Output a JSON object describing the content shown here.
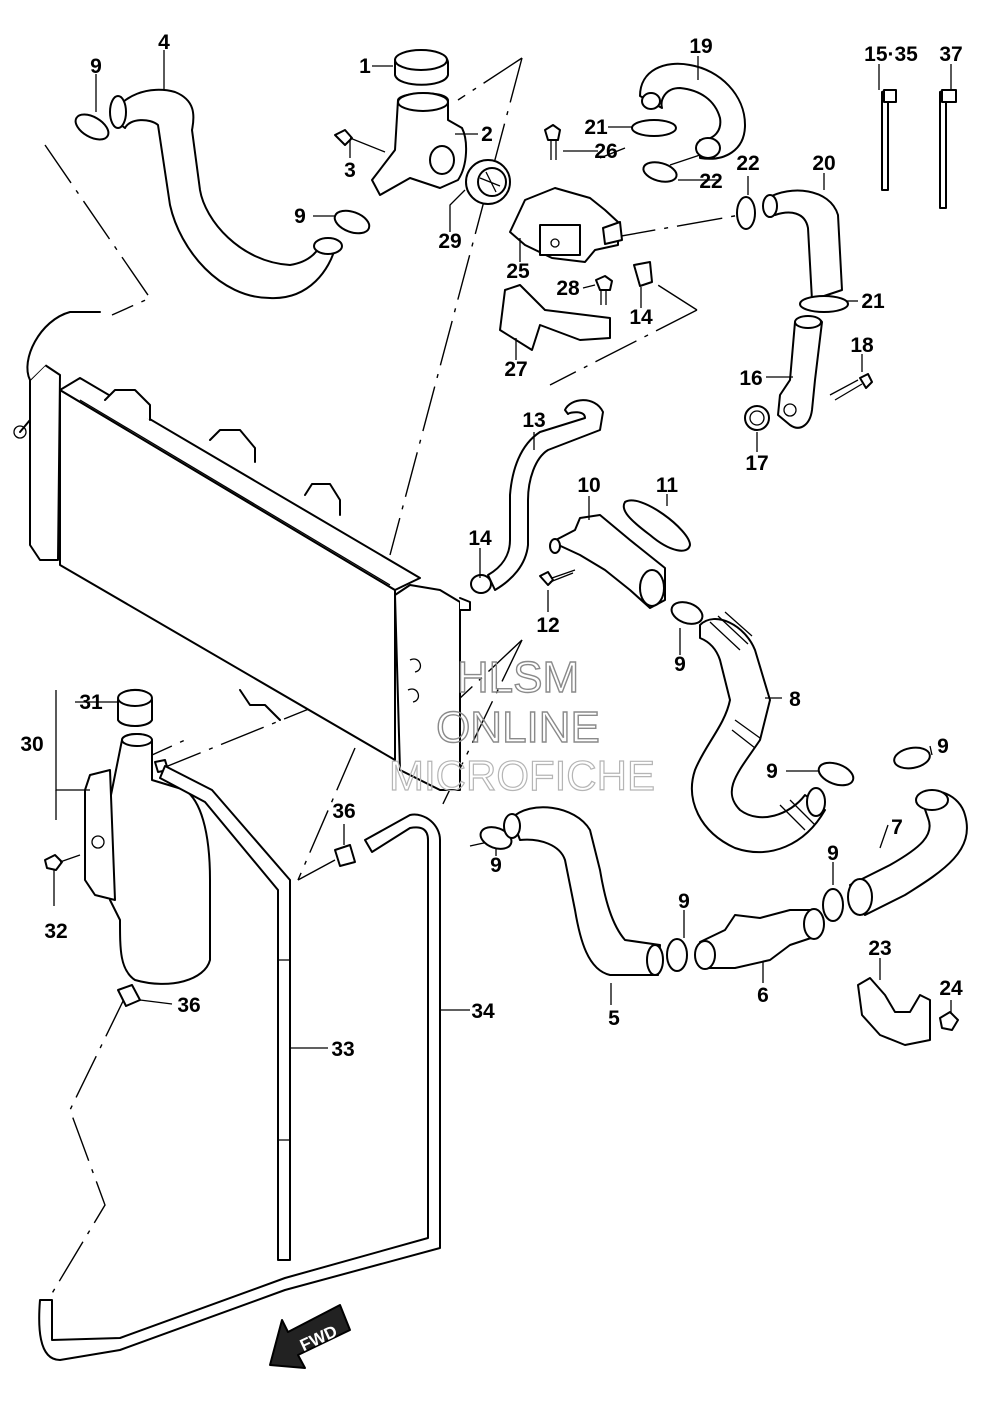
{
  "callouts": [
    {
      "id": "c1",
      "text": "1"
    },
    {
      "id": "c2",
      "text": "2"
    },
    {
      "id": "c3",
      "text": "3"
    },
    {
      "id": "c4",
      "text": "4"
    },
    {
      "id": "c5",
      "text": "5"
    },
    {
      "id": "c6",
      "text": "6"
    },
    {
      "id": "c7",
      "text": "7"
    },
    {
      "id": "c8",
      "text": "8"
    },
    {
      "id": "c9a",
      "text": "9"
    },
    {
      "id": "c9b",
      "text": "9"
    },
    {
      "id": "c9c",
      "text": "9"
    },
    {
      "id": "c9d",
      "text": "9"
    },
    {
      "id": "c9e",
      "text": "9"
    },
    {
      "id": "c9f",
      "text": "9"
    },
    {
      "id": "c9g",
      "text": "9"
    },
    {
      "id": "c9h",
      "text": "9"
    },
    {
      "id": "c10",
      "text": "10"
    },
    {
      "id": "c11",
      "text": "11"
    },
    {
      "id": "c12",
      "text": "12"
    },
    {
      "id": "c13",
      "text": "13"
    },
    {
      "id": "c14a",
      "text": "14"
    },
    {
      "id": "c14b",
      "text": "14"
    },
    {
      "id": "c1535",
      "text": "15·35"
    },
    {
      "id": "c16",
      "text": "16"
    },
    {
      "id": "c17",
      "text": "17"
    },
    {
      "id": "c18",
      "text": "18"
    },
    {
      "id": "c19",
      "text": "19"
    },
    {
      "id": "c20",
      "text": "20"
    },
    {
      "id": "c21a",
      "text": "21"
    },
    {
      "id": "c21b",
      "text": "21"
    },
    {
      "id": "c22a",
      "text": "22"
    },
    {
      "id": "c22b",
      "text": "22"
    },
    {
      "id": "c23",
      "text": "23"
    },
    {
      "id": "c24",
      "text": "24"
    },
    {
      "id": "c25",
      "text": "25"
    },
    {
      "id": "c26",
      "text": "26"
    },
    {
      "id": "c27",
      "text": "27"
    },
    {
      "id": "c28",
      "text": "28"
    },
    {
      "id": "c29",
      "text": "29"
    },
    {
      "id": "c30",
      "text": "30"
    },
    {
      "id": "c31",
      "text": "31"
    },
    {
      "id": "c32",
      "text": "32"
    },
    {
      "id": "c33",
      "text": "33"
    },
    {
      "id": "c34",
      "text": "34"
    },
    {
      "id": "c36a",
      "text": "36"
    },
    {
      "id": "c36b",
      "text": "36"
    },
    {
      "id": "c37",
      "text": "37"
    }
  ],
  "watermark": {
    "line1": "HLSM",
    "line2": "ONLINE",
    "line3": "MICROFICHE"
  },
  "direction_arrow": {
    "label": "FWD"
  }
}
